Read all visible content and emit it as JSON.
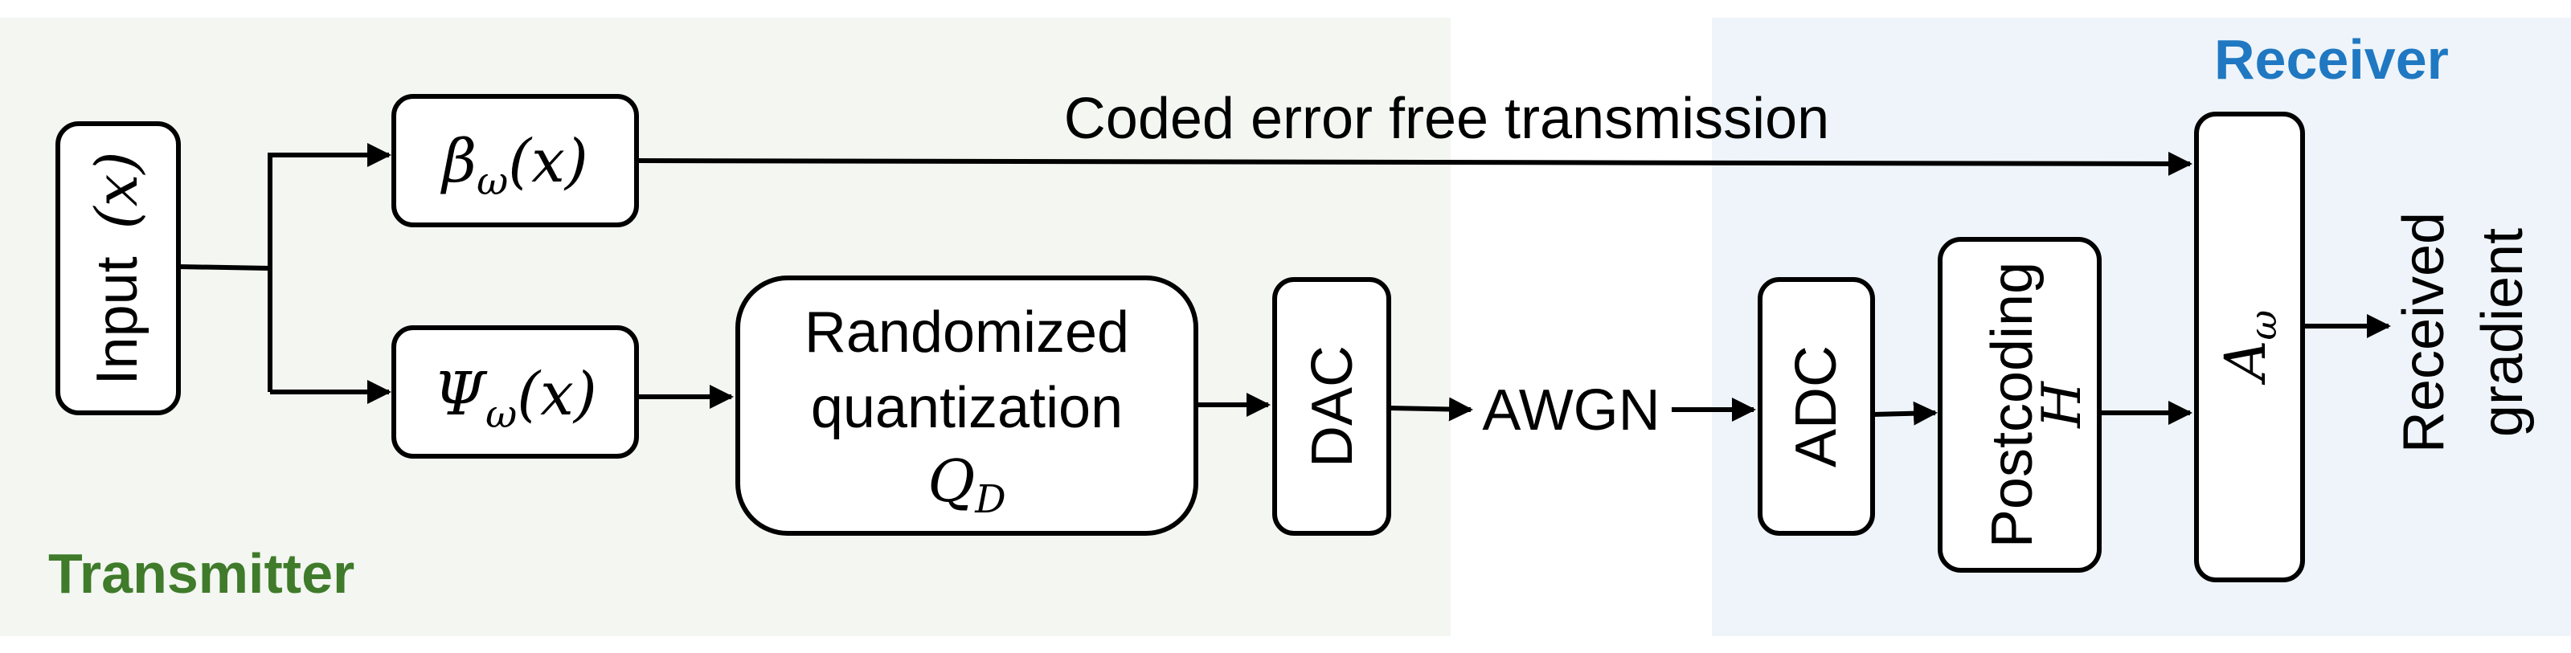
{
  "regions": {
    "transmitter": {
      "label": "Transmitter",
      "color": "#3f7b2a",
      "bg": "#f3f6f1"
    },
    "receiver": {
      "label": "Receiver",
      "color": "#1f78c1",
      "bg": "#eef4f9"
    }
  },
  "blocks": {
    "input": {
      "label": "Input",
      "math": "(x)"
    },
    "beta": {
      "math": "β",
      "sub": "ω",
      "arg": "(x)"
    },
    "psi": {
      "math": "Ψ",
      "sub": "ω",
      "arg": "(x)"
    },
    "quantizer": {
      "line1": "Randomized",
      "line2": "quantization",
      "math": "Q",
      "sub": "D"
    },
    "dac": {
      "label": "DAC"
    },
    "adc": {
      "label": "ADC"
    },
    "postcoding": {
      "label": "Postcoding",
      "math": "H"
    },
    "a_omega": {
      "math": "A",
      "sub": "ω"
    }
  },
  "labels": {
    "coded_link": "Coded error free transmission",
    "awgn": "AWGN",
    "output_line1": "Received",
    "output_line2": "gradient"
  },
  "colors": {
    "line": "#000000"
  }
}
